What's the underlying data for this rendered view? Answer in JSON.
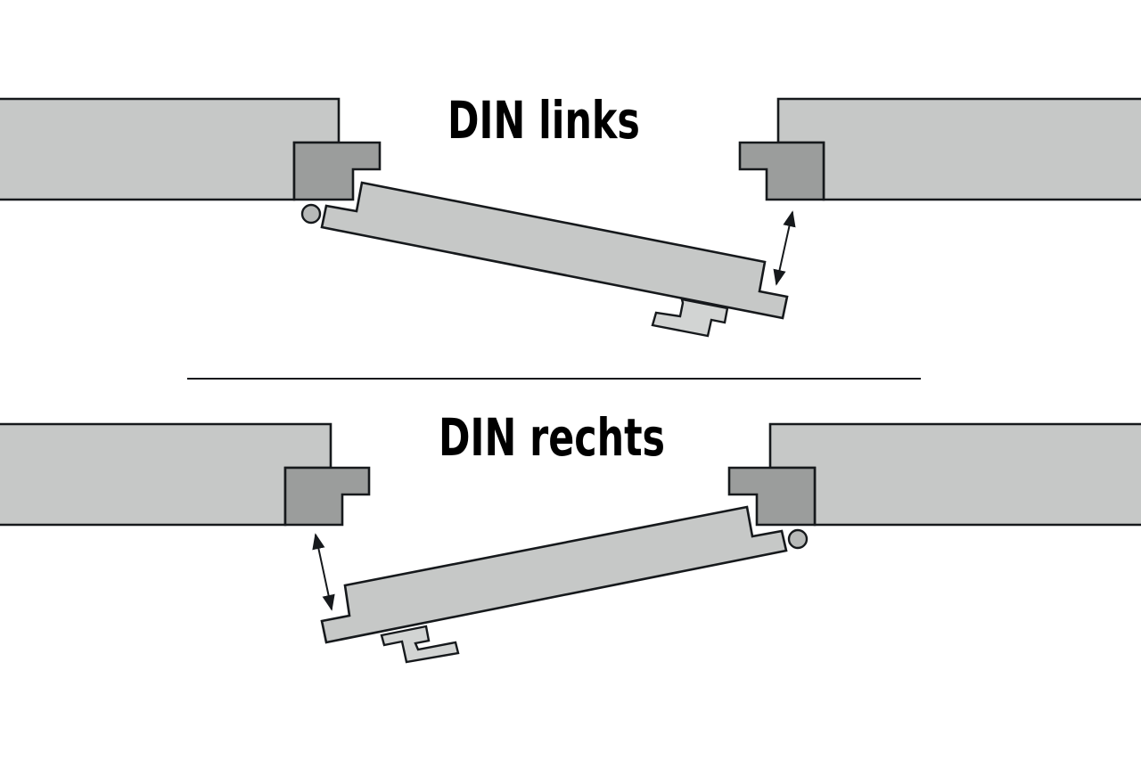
{
  "sections": [
    {
      "id": "links",
      "title": "DIN links"
    },
    {
      "id": "rechts",
      "title": "DIN rechts"
    }
  ],
  "colors": {
    "ink": "#16191c",
    "wall": "#c6c8c7",
    "frame": "#9b9d9c",
    "leaf": "#c6c8c7",
    "background": "#ffffff"
  },
  "icons": [
    "hinge-icon",
    "door-handle-icon",
    "gap-arrow-icon"
  ]
}
